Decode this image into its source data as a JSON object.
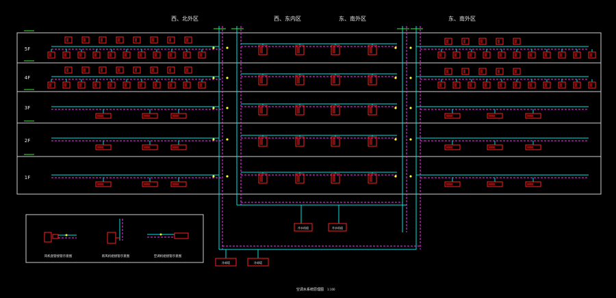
{
  "drawing": {
    "zone_titles": [
      "西、北外区",
      "西、东内区",
      "东、南外区",
      "东、南外区"
    ],
    "floor_labels": [
      "5F",
      "4F",
      "3F",
      "2F",
      "1F"
    ],
    "plant_labels": [
      "冷水机组",
      "冷水机组",
      "冷却塔",
      "冷却塔"
    ],
    "legend_captions": [
      "风机盘管接管示意图",
      "新风机组接管示意图",
      "空调机组接管示意图"
    ],
    "drawing_title": "空调水系统原理图",
    "drawing_scale": "1:100",
    "colors": {
      "background": "#000000",
      "supply_pipe": "#00e5e5",
      "return_pipe": "#ff33ff",
      "equipment": "#ff2020",
      "frame": "#d0d0d0",
      "text": "#e8e8e8",
      "floor_marker": "#33ee33",
      "valve": "#ffff33"
    }
  }
}
